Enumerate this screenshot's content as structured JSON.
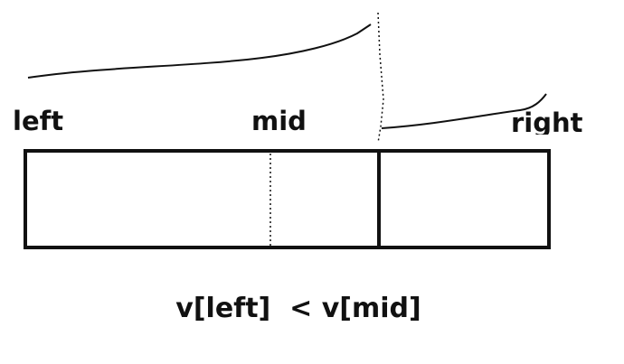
{
  "labels": {
    "left": "left",
    "mid": "mid",
    "right": "right"
  },
  "caption": "v[left]  < v[mid]",
  "colors": {
    "ink": "#111111",
    "background": "#ffffff"
  }
}
